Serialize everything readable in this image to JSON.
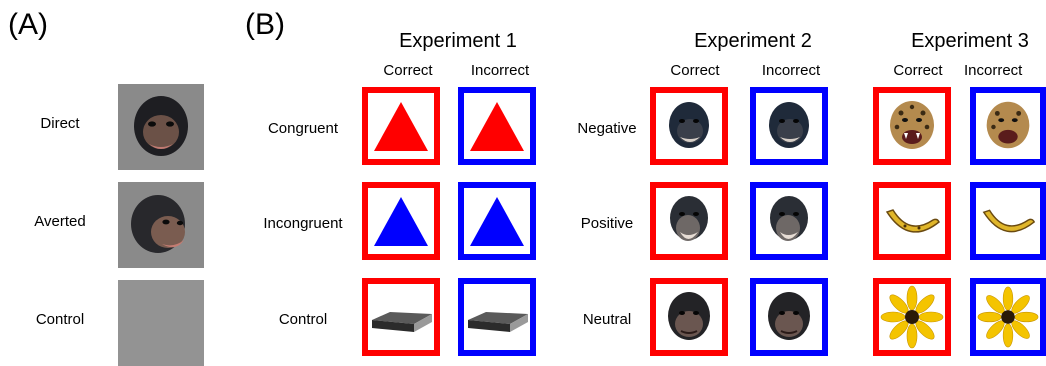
{
  "panel_a": {
    "label": "(A)",
    "rows": [
      {
        "label": "Direct",
        "icon": "chimp-face-direct-icon"
      },
      {
        "label": "Averted",
        "icon": "chimp-face-averted-icon"
      },
      {
        "label": "Control",
        "icon": "gray-square-icon"
      }
    ]
  },
  "panel_b": {
    "label": "(B)",
    "experiments": [
      {
        "title": "Experiment 1",
        "columns": [
          "Correct",
          "Incorrect"
        ],
        "rows": [
          "Congruent",
          "Incongruent",
          "Control"
        ],
        "stimuli": [
          "red-triangle-icon",
          "blue-triangle-icon",
          "book-icon"
        ]
      },
      {
        "title": "Experiment 2",
        "columns": [
          "Correct",
          "Incorrect"
        ],
        "rows": [
          "Negative",
          "Positive",
          "Neutral"
        ],
        "stimuli": [
          "chimp-negative-face-icon",
          "chimp-positive-face-icon",
          "chimp-neutral-face-icon"
        ]
      },
      {
        "title": "Experiment 3",
        "columns": [
          "Correct",
          "Incorrect"
        ],
        "stimuli": [
          "leopard-face-icon",
          "banana-icon",
          "flower-icon"
        ]
      }
    ],
    "colors": {
      "correct_frame": "#ff0000",
      "incorrect_frame": "#0000ff"
    }
  }
}
